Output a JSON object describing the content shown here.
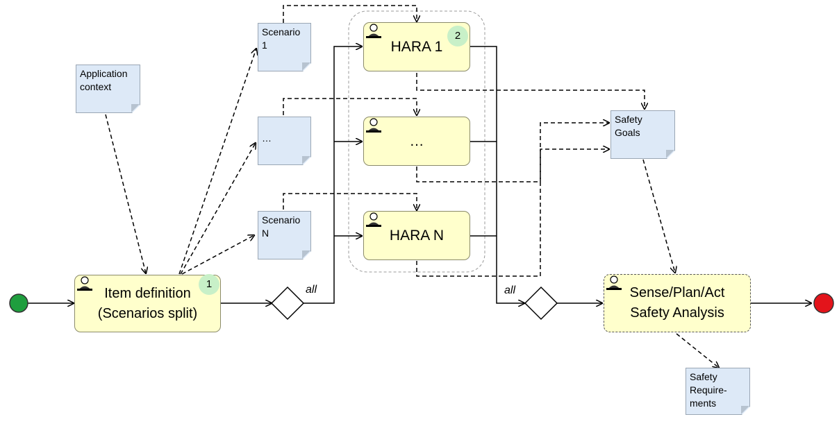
{
  "colors": {
    "task_fill": "#ffffcc",
    "doc_fill": "#dde9f7",
    "badge_fill": "#c8f0c8",
    "start_event": "#1f9e3e",
    "end_event": "#e3141b"
  },
  "tasks": {
    "item_definition": {
      "label": "Item definition\n(Scenarios split)",
      "badge": "1"
    },
    "hara_1": {
      "label": "HARA 1",
      "badge": "2"
    },
    "hara_dots": {
      "label": "…"
    },
    "hara_n": {
      "label": "HARA N"
    },
    "sense_plan_act": {
      "label": "Sense/Plan/Act\nSafety Analysis"
    }
  },
  "documents": {
    "application_context": "Application\ncontext",
    "scenario_1": "Scenario\n1",
    "scenario_dots": "…",
    "scenario_n": "Scenario\nN",
    "safety_goals": "Safety\nGoals",
    "safety_requirements": "Safety\nRequire-\nments"
  },
  "gateways": {
    "split_label": "all",
    "join_label": "all"
  },
  "icons": {
    "task_icon": "user-task-icon",
    "start": "start-event-icon",
    "end": "end-event-icon",
    "gateway": "parallel-gateway-icon"
  }
}
